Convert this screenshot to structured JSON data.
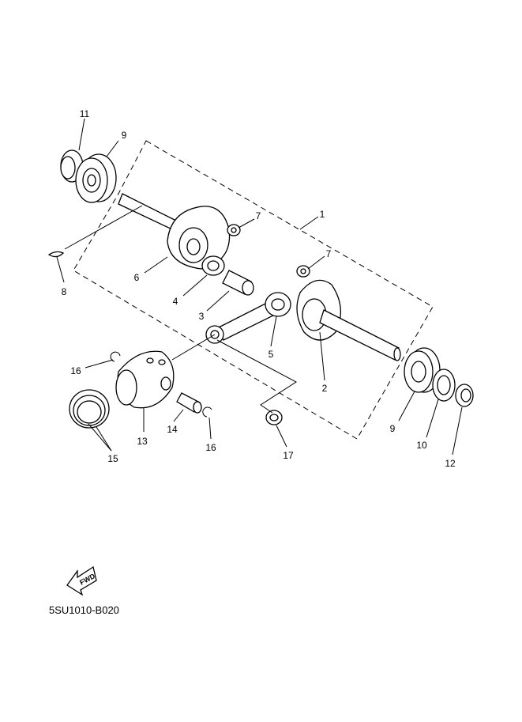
{
  "diagram_code": "5SU1010-B020",
  "fwd_label": "FWD",
  "callouts": [
    {
      "id": "11",
      "part": "oil-seal-left"
    },
    {
      "id": "9",
      "part": "bearing-left"
    },
    {
      "id": "1",
      "part": "crankshaft-assembly"
    },
    {
      "id": "7",
      "part": "washer-left"
    },
    {
      "id": "7",
      "part": "washer-right"
    },
    {
      "id": "8",
      "part": "woodruff-key"
    },
    {
      "id": "6",
      "part": "crank-left"
    },
    {
      "id": "4",
      "part": "needle-bearing-big-end"
    },
    {
      "id": "3",
      "part": "crank-pin"
    },
    {
      "id": "5",
      "part": "connecting-rod"
    },
    {
      "id": "2",
      "part": "crank-right"
    },
    {
      "id": "16",
      "part": "circlip-left"
    },
    {
      "id": "13",
      "part": "piston"
    },
    {
      "id": "14",
      "part": "piston-pin"
    },
    {
      "id": "16",
      "part": "circlip-right"
    },
    {
      "id": "15",
      "part": "piston-ring-set"
    },
    {
      "id": "17",
      "part": "small-end-bearing"
    },
    {
      "id": "9",
      "part": "bearing-right"
    },
    {
      "id": "10",
      "part": "oil-seal-right"
    },
    {
      "id": "12",
      "part": "spacer"
    }
  ]
}
